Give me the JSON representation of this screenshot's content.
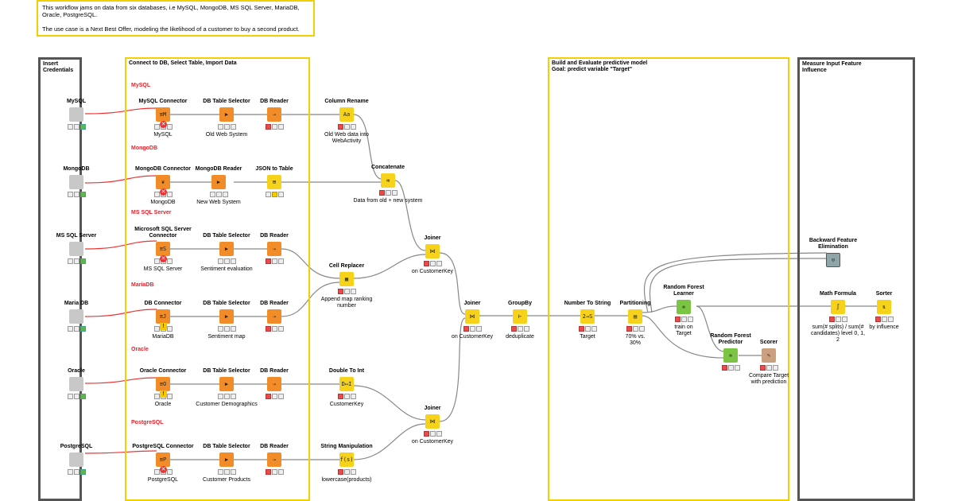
{
  "note": {
    "line1": "This workflow jams on data from six databases, i.e MySQL, MongoDB, MS SQL Server, MariaDB, Oracle, PostgreSQL.",
    "line2": "The use case is a Next Best Offer, modeling the likelihood of a customer to buy a second product."
  },
  "annotations": {
    "credentials": "Insert Credentials",
    "connect": "Connect to DB, Select Table, Import Data",
    "model_line1": "Build and Evaluate predictive model",
    "model_line2": "Goal: predict variable \"Target\"",
    "measure_line1": "Measure Input Feature",
    "measure_line2": "Influence"
  },
  "subsections": {
    "mysql": "MySQL",
    "mongodb": "MongoDB",
    "mssql": "MS SQL Server",
    "mariadb": "MariaDB",
    "oracle": "Oracle",
    "postgresql": "PostgreSQL"
  },
  "nodes": {
    "cred_mysql": {
      "title": "MySQL",
      "bottom": ""
    },
    "cred_mongodb": {
      "title": "MongoDB",
      "bottom": ""
    },
    "cred_mssql": {
      "title": "MS SQL Server",
      "bottom": ""
    },
    "cred_mariadb": {
      "title": "Maria DB",
      "bottom": ""
    },
    "cred_oracle": {
      "title": "Oracle",
      "bottom": ""
    },
    "cred_postgresql": {
      "title": "PostgreSQL",
      "bottom": ""
    },
    "mysql_connector": {
      "title": "MySQL Connector",
      "bottom": "MySQL"
    },
    "mysql_table_selector": {
      "title": "DB Table Selector",
      "bottom": "Old Web System"
    },
    "mysql_reader": {
      "title": "DB Reader",
      "bottom": ""
    },
    "mongodb_connector": {
      "title": "MongoDB Connector",
      "bottom": "MongoDB"
    },
    "mongodb_reader": {
      "title": "MongoDB Reader",
      "bottom": "New Web System"
    },
    "json_to_table": {
      "title": "JSON to Table",
      "bottom": ""
    },
    "mssql_connector": {
      "title": "Microsoft SQL Server Connector",
      "bottom": "MS SQL Server"
    },
    "mssql_table_selector": {
      "title": "DB Table Selector",
      "bottom": "Sentiment evaluation"
    },
    "mssql_reader": {
      "title": "DB Reader",
      "bottom": ""
    },
    "mariadb_connector": {
      "title": "DB Connector",
      "bottom": "MariaDB"
    },
    "mariadb_table_selector": {
      "title": "DB Table Selector",
      "bottom": "Sentiment map"
    },
    "mariadb_reader": {
      "title": "DB Reader",
      "bottom": ""
    },
    "oracle_connector": {
      "title": "Oracle Connector",
      "bottom": "Oracle"
    },
    "oracle_table_selector": {
      "title": "DB Table Selector",
      "bottom": "Customer Demographics"
    },
    "oracle_reader": {
      "title": "DB Reader",
      "bottom": ""
    },
    "postgresql_connector": {
      "title": "PostgreSQL Connector",
      "bottom": "PostgreSQL"
    },
    "postgresql_table_selector": {
      "title": "DB Table Selector",
      "bottom": "Customer Products"
    },
    "postgresql_reader": {
      "title": "DB Reader",
      "bottom": ""
    },
    "column_rename": {
      "title": "Column Rename",
      "bottom": "Old Web data into WebActivity"
    },
    "concatenate": {
      "title": "Concatenate",
      "bottom": "Data from old + new system"
    },
    "cell_replacer": {
      "title": "Cell Replacer",
      "bottom": "Append map ranking number"
    },
    "double_to_int": {
      "title": "Double To Int",
      "bottom": "CustomerKey"
    },
    "string_manipulation": {
      "title": "String Manipulation",
      "bottom": "lowercase(products)"
    },
    "joiner_1": {
      "title": "Joiner",
      "bottom": "on CustomerKey"
    },
    "joiner_2": {
      "title": "Joiner",
      "bottom": "on CustomerKey"
    },
    "joiner_3": {
      "title": "Joiner",
      "bottom": "on CustomerKey"
    },
    "groupby": {
      "title": "GroupBy",
      "bottom": "deduplicate"
    },
    "number_to_string": {
      "title": "Number To String",
      "bottom": "Target"
    },
    "partitioning": {
      "title": "Partitioning",
      "bottom": "70% vs. 30%"
    },
    "rf_learner": {
      "title": "Random Forest Learner",
      "bottom": "train on Target"
    },
    "rf_predictor": {
      "title": "Random Forest Predictor",
      "bottom": ""
    },
    "scorer": {
      "title": "Scorer",
      "bottom": "Compare Target with prediction"
    },
    "backward_feature_elimination": {
      "title": "Backward Feature Elimination",
      "bottom": ""
    },
    "math_formula": {
      "title": "Math Formula",
      "bottom": "sum(# splits) / sum(# candidates) level 0, 1, 2"
    },
    "sorter": {
      "title": "Sorter",
      "bottom": "by influence"
    }
  },
  "icons": {
    "connector": "db-connector-icon",
    "table_selector": "table-selector-icon",
    "reader": "db-reader-icon",
    "credentials": "credentials-component-icon"
  },
  "colors": {
    "db_node": "#f28c28",
    "manipulator": "#f7d21b",
    "learner": "#7cc544",
    "annotation_yellow": "#f5d000",
    "annotation_gray": "#555555",
    "subsection_red": "#e8202a"
  }
}
